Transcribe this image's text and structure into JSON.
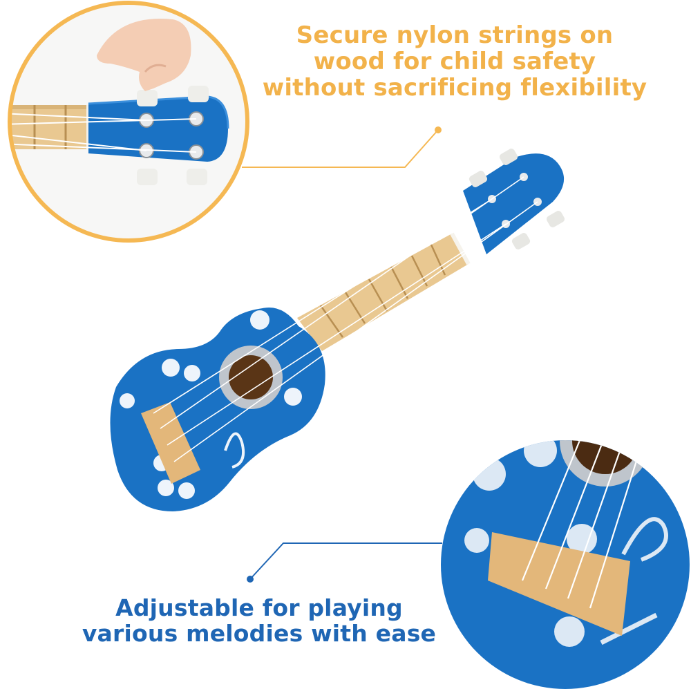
{
  "captions": {
    "top": "Secure nylon strings on wood for child safety without sacrificing flexibility",
    "bottom": "Adjustable for playing various melodies with ease"
  },
  "colors": {
    "top_caption": "#f2b24a",
    "bottom_caption": "#1f66b4",
    "ring": "#f5b853",
    "ukulele_blue": "#1a72c4",
    "wood": "#e9c891"
  },
  "images": {
    "main": "ukulele-icon",
    "inset_top": "headstock-closeup",
    "inset_bottom": "bridge-closeup"
  }
}
